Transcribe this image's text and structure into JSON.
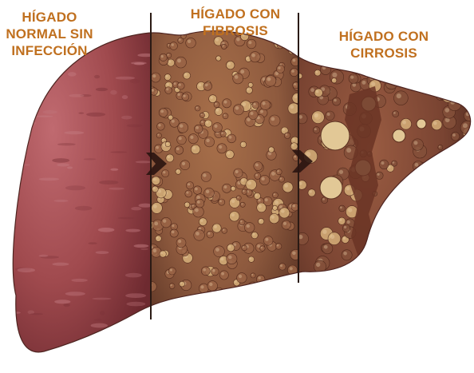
{
  "labels": {
    "normal": [
      "HÍGADO",
      "NORMAL SIN",
      "INFECCIÓN"
    ],
    "fibrosis": [
      "HÍGADO CON",
      "FIBROSIS"
    ],
    "cirrosis": [
      "HÍGADO CON",
      "CIRROSIS"
    ]
  },
  "colors": {
    "label_text": "#c0701f",
    "healthy_tissue": "#a04a4e",
    "fibrotic_tissue": "#8e5a3e",
    "cirrhotic_tissue": "#7a4432",
    "nodule_highlight": "#d6b07a",
    "divider_line": "#2a1a14",
    "arrow": "#2a1410"
  },
  "icons": {
    "arrow_1": "arrow-right-icon",
    "arrow_2": "arrow-right-icon"
  }
}
